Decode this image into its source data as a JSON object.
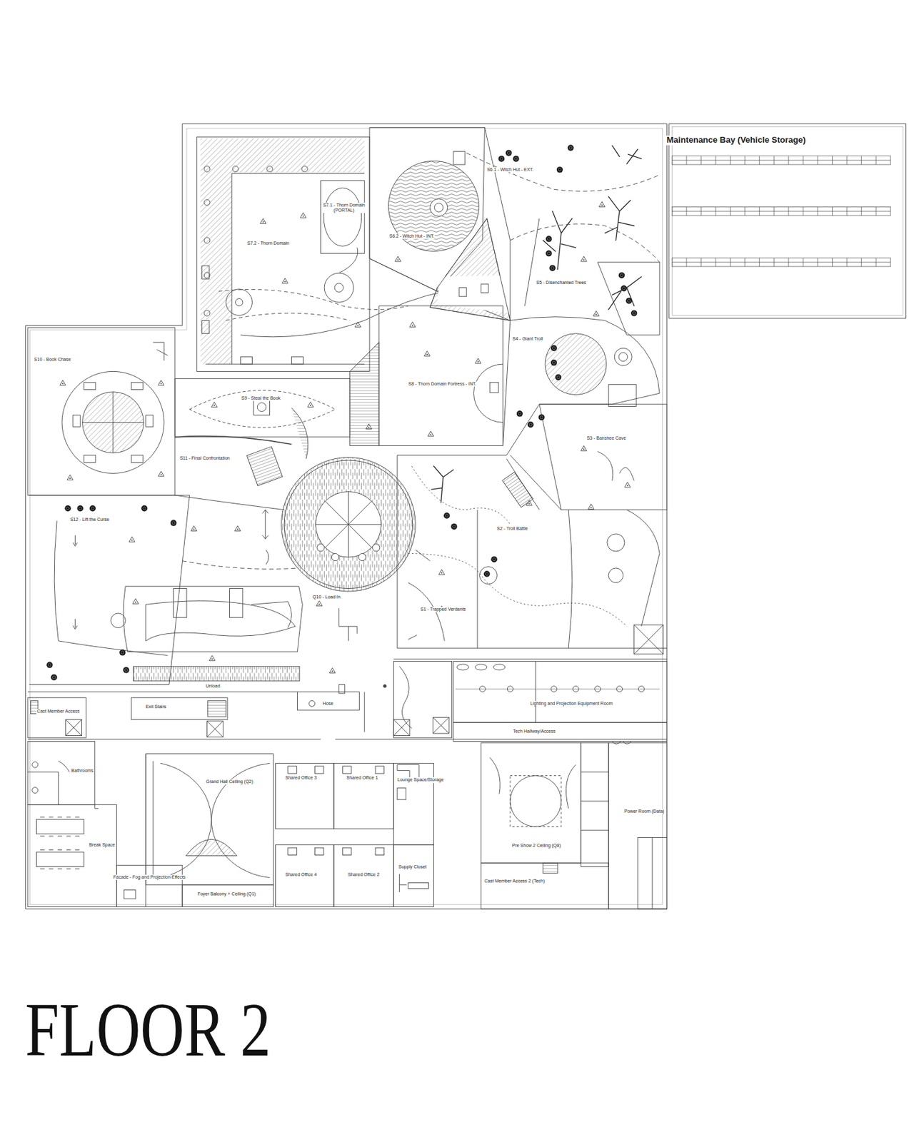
{
  "diagram": {
    "title": "FLOOR 2",
    "nodes": [
      {
        "text": [
          "Maintenance Bay (Vehicle Storage)"
        ]
      },
      {
        "text": [
          "S6.1 - Witch Hut - EXT."
        ]
      },
      {
        "text": [
          "S7.2 - Thorn Domain"
        ]
      },
      {
        "text": [
          "S7.1 - Thorn Domain (PORTAL)"
        ]
      },
      {
        "text": [
          "S6.2 - Witch Hut - INT."
        ]
      },
      {
        "text": [
          "S5 - Disenchanted Trees"
        ]
      },
      {
        "text": [
          "S4 - Giant Troll"
        ]
      },
      {
        "text": [
          "S10 - Book Chase"
        ]
      },
      {
        "text": [
          "S8 - Thorn Domain Fortress - INT."
        ]
      },
      {
        "text": [
          "S9 - Steal the Book"
        ]
      },
      {
        "text": [
          "S3 - Banshee Cave"
        ]
      },
      {
        "text": [
          "S11 - Final Confrontation"
        ]
      },
      {
        "text": [
          "S12 - Lift the Curse"
        ]
      },
      {
        "text": [
          "S2 - Troll Battle"
        ]
      },
      {
        "text": [
          "S1 - Trapped Verdants"
        ]
      },
      {
        "text": [
          "Q10 - Load In"
        ]
      },
      {
        "text": [
          "Unload"
        ]
      },
      {
        "text": [
          "Exit Stairs"
        ]
      },
      {
        "text": [
          "Hose"
        ]
      },
      {
        "text": [
          "Lighting and Projection Equipment Room"
        ]
      },
      {
        "text": [
          "Tech Hallway/Access"
        ]
      },
      {
        "text": [
          "Cast Member Access"
        ]
      },
      {
        "text": [
          "Bathrooms"
        ]
      },
      {
        "text": [
          "Grand Hall Ceiling (Q2)"
        ]
      },
      {
        "text": [
          "Shared Office 3"
        ]
      },
      {
        "text": [
          "Shared Office 1"
        ]
      },
      {
        "text": [
          "Lounge Space/Storage"
        ]
      },
      {
        "text": [
          "Power Room (Data)"
        ]
      },
      {
        "text": [
          "Break Space"
        ]
      },
      {
        "text": [
          "Pre Show 2 Ceiling (Q8)"
        ]
      },
      {
        "text": [
          "Shared Office 4"
        ]
      },
      {
        "text": [
          "Shared Office 2"
        ]
      },
      {
        "text": [
          "Supply Closet"
        ]
      },
      {
        "text": [
          "Facade - Fog and Projection Effects"
        ]
      },
      {
        "text": [
          "Foyer Balcony + Ceiling (Q1)"
        ]
      },
      {
        "text": [
          "Cast Member Access 2 (Tech)"
        ]
      }
    ]
  }
}
